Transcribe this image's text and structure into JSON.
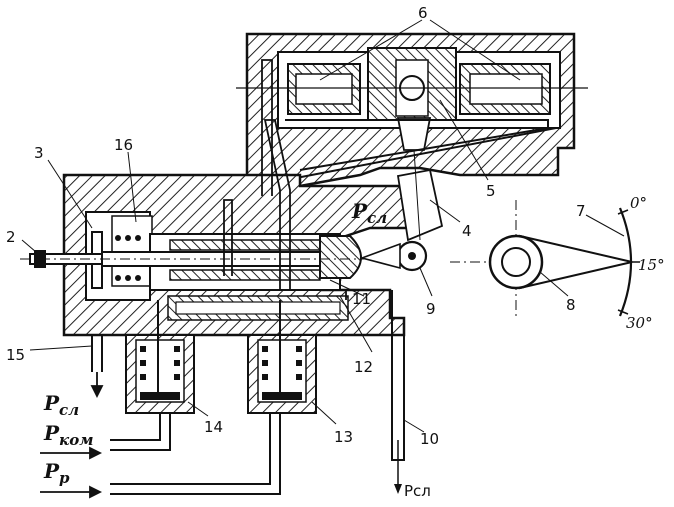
{
  "labels": {
    "n1": "2",
    "n2": "3",
    "n3": "16",
    "n4": "6",
    "n5": "5",
    "n6": "4",
    "n7": "7",
    "n8": "8",
    "n9": "9",
    "n10": "11",
    "n11": "12",
    "n12": "10",
    "n13": "13",
    "n14": "14",
    "n15": "15"
  },
  "pressures": {
    "p_sl_inner": "P",
    "p_sl_inner_sub": "сл",
    "p_sl_left": "P",
    "p_sl_left_sub": "сл",
    "p_kom": "P",
    "p_kom_sub": "ком",
    "p_r": "P",
    "p_r_sub": "р",
    "p_sl_bottom": "Pсл"
  },
  "scale": {
    "deg0": "0°",
    "deg15": "15°",
    "deg30": "30°"
  }
}
